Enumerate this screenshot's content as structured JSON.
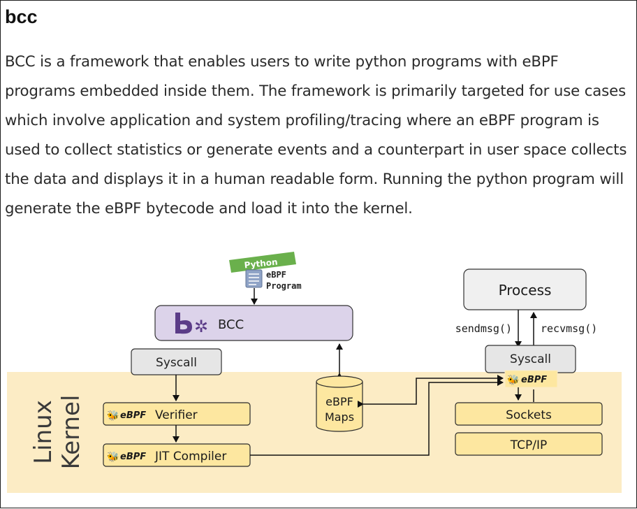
{
  "heading": "bcc",
  "paragraph": "BCC is a framework that enables users to write python programs with eBPF programs embedded inside them. The framework is primarily targeted for use cases which involve application and system profiling/tracing where an eBPF program is used to collect statistics or generate events and a counterpart in user space collects the data and displays it in a human readable form. Running the python program will generate the eBPF bytecode and load it into the kernel.",
  "diagram": {
    "python_tag": "Python",
    "ebpf_program_line1": "eBPF",
    "ebpf_program_line2": "Program",
    "bcc_label": "BCC",
    "syscall_left": "Syscall",
    "syscall_right": "Syscall",
    "process": "Process",
    "sendmsg": "sendmsg()",
    "recvmsg": "recvmsg()",
    "ebpf_badge": "eBPF",
    "verifier": "Verifier",
    "jit_compiler": "JIT Compiler",
    "maps_line1": "eBPF",
    "maps_line2": "Maps",
    "sockets": "Sockets",
    "tcpip": "TCP/IP",
    "kernel_line1": "Linux",
    "kernel_line2": "Kernel",
    "colors": {
      "kernel_bg": "#fcecc5",
      "yellow_box": "#fde7a0",
      "yellow_border": "#2b2b2b",
      "bcc_box": "#dcd3ea",
      "gray_box": "#e6e6e6",
      "python_green": "#6ab04c",
      "bcc_logo": "#5b3c88"
    }
  }
}
